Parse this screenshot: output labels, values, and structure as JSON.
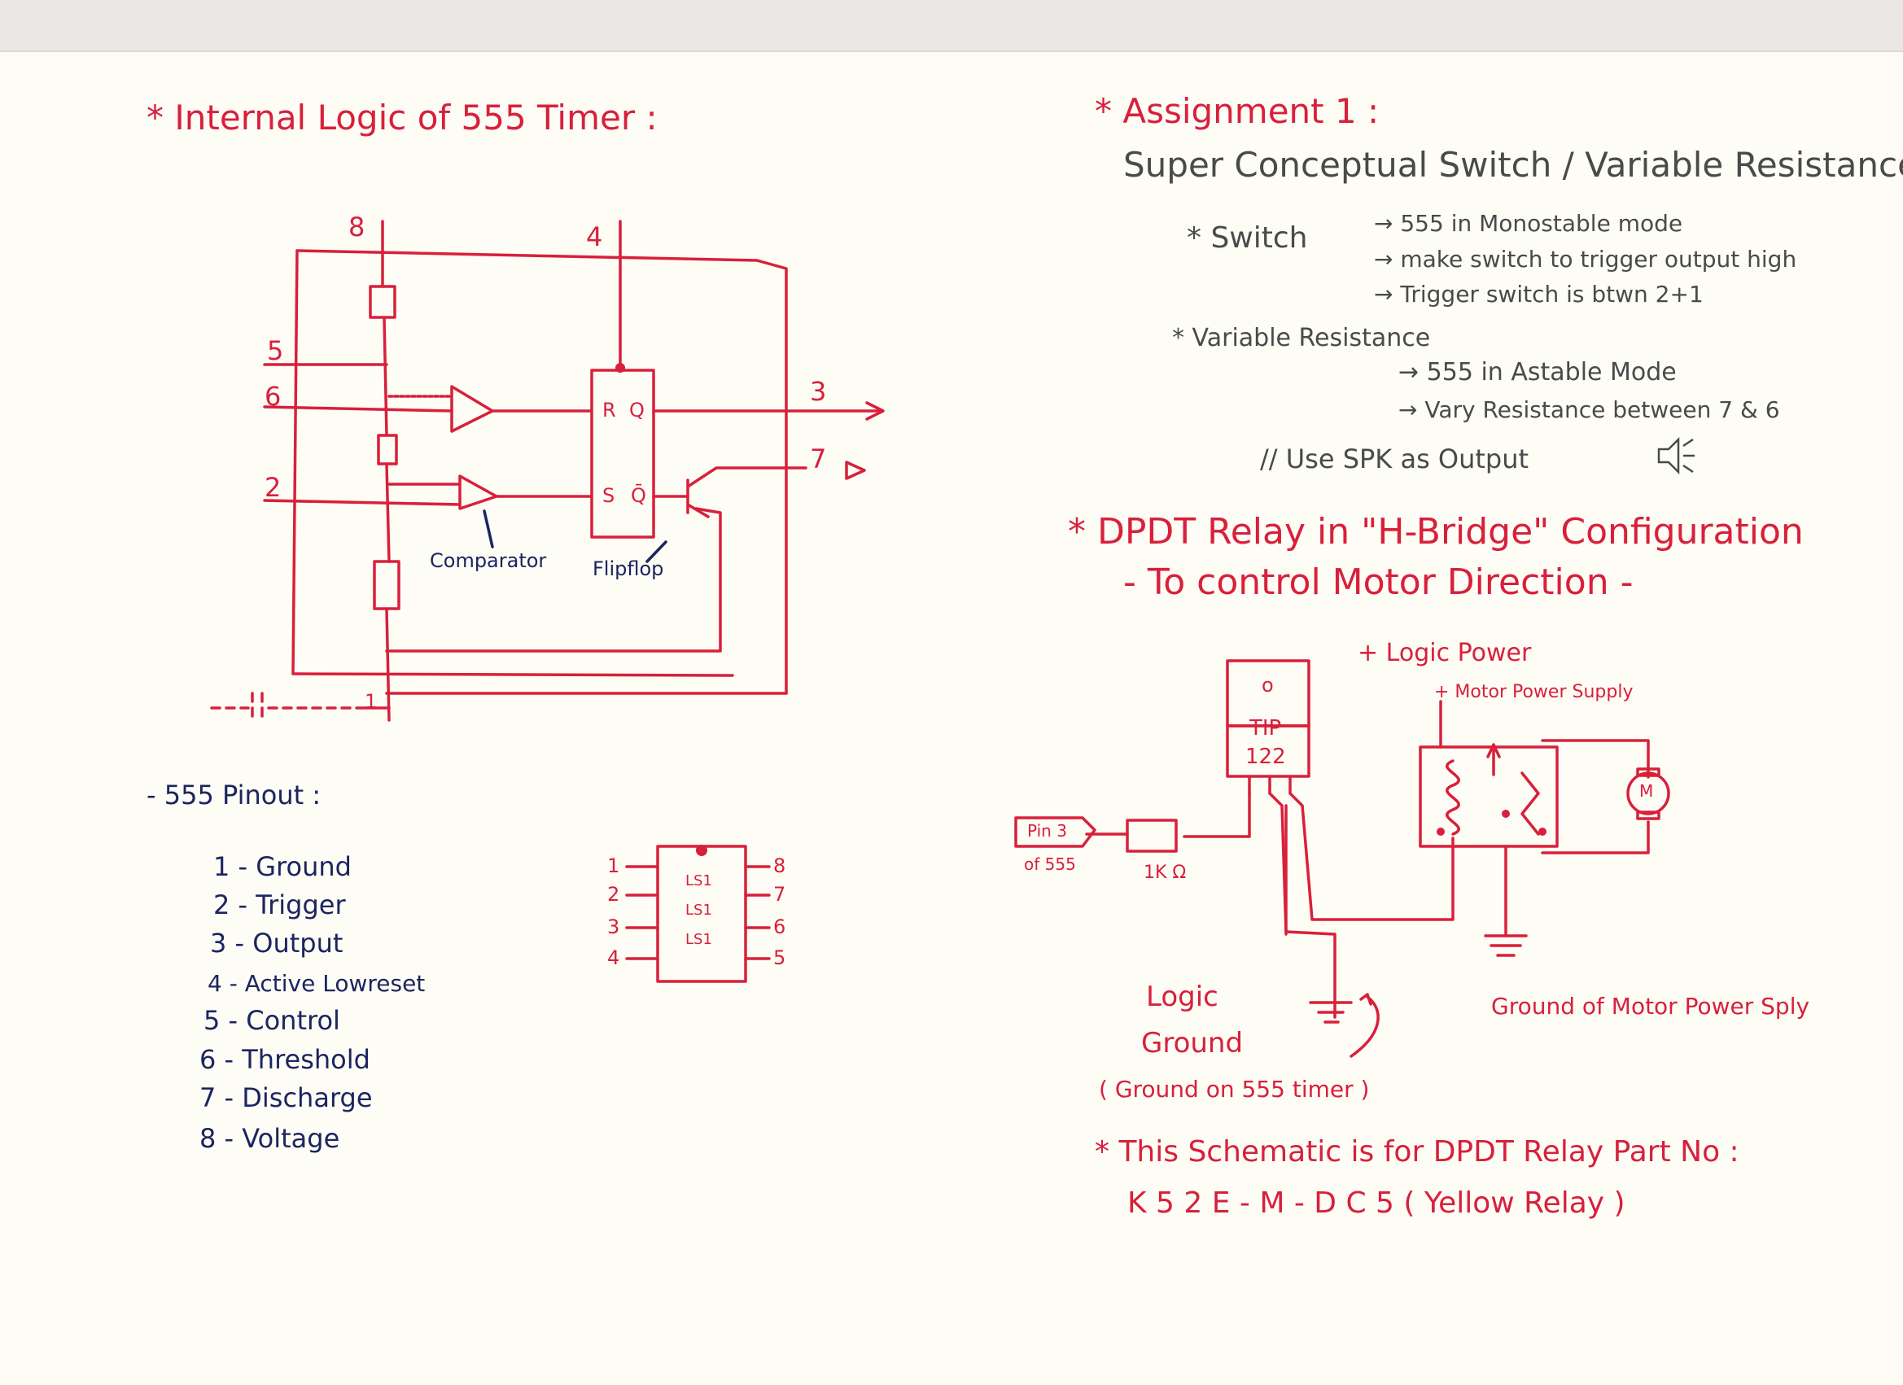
{
  "left": {
    "title": "* Internal Logic of 555 Timer :",
    "pins_diagram": {
      "p8": "8",
      "p4": "4",
      "p5": "5",
      "p6": "6",
      "p2": "2",
      "p3": "3",
      "p7": "7",
      "p1": "1",
      "ff_r": "R",
      "ff_q": "Q",
      "ff_s": "S",
      "ff_qbar": "Q̄"
    },
    "comparator_label": "Comparator",
    "flipflop_label": "Flipflop",
    "pinout_title": "- 555 Pinout :",
    "pinout": [
      "1 - Ground",
      "2 - Trigger",
      "3 - Output",
      "4 - Active Lowreset",
      "5 - Control",
      "6 - Threshold",
      "7 - Discharge",
      "8 - Voltage"
    ],
    "chip_left_pins": [
      "1",
      "2",
      "3",
      "4"
    ],
    "chip_right_pins": [
      "8",
      "7",
      "6",
      "5"
    ],
    "chip_marks": [
      "LS1",
      "LS1",
      "LS1"
    ]
  },
  "right": {
    "assign_title": "* Assignment 1 :",
    "assign_subtitle": "Super Conceptual Switch / Variable Resistance",
    "switch_head": "* Switch",
    "switch_items": [
      "→ 555 in Monostable mode",
      "→ make switch to trigger output high",
      "→ Trigger switch is btwn 2+1"
    ],
    "varres_head": "* Variable Resistance",
    "varres_items": [
      "→ 555 in Astable Mode",
      "→ Vary Resistance between 7 & 6"
    ],
    "spk_note": "// Use SPK as Output",
    "dpdt_title": "* DPDT Relay in \"H-Bridge\" Configuration",
    "dpdt_subtitle": "- To control Motor Direction -",
    "logic_power": "+ Logic Power",
    "motor_power": "+ Motor Power Supply",
    "tip_label": "TIP",
    "tip_num": "122",
    "tip_hole": "o",
    "motor_m": "M",
    "pin3_box": "Pin 3",
    "pin3_of": "of 555",
    "resistor_val": "1K Ω",
    "logic_ground_1": "Logic",
    "logic_ground_2": "Ground",
    "ground_on_555": "( Ground on 555 timer )",
    "ground_motor": "Ground of Motor Power Sply",
    "note_line1": "* This Schematic is for DPDT Relay Part No :",
    "note_line2": "K 5 2 E - M - D C 5   ( Yellow Relay )"
  },
  "colors": {
    "red_ink": "#d8203b",
    "blue_ink": "#1b2560",
    "grey_pencil": "#4a4a4a",
    "paper": "#fdfcf5"
  }
}
